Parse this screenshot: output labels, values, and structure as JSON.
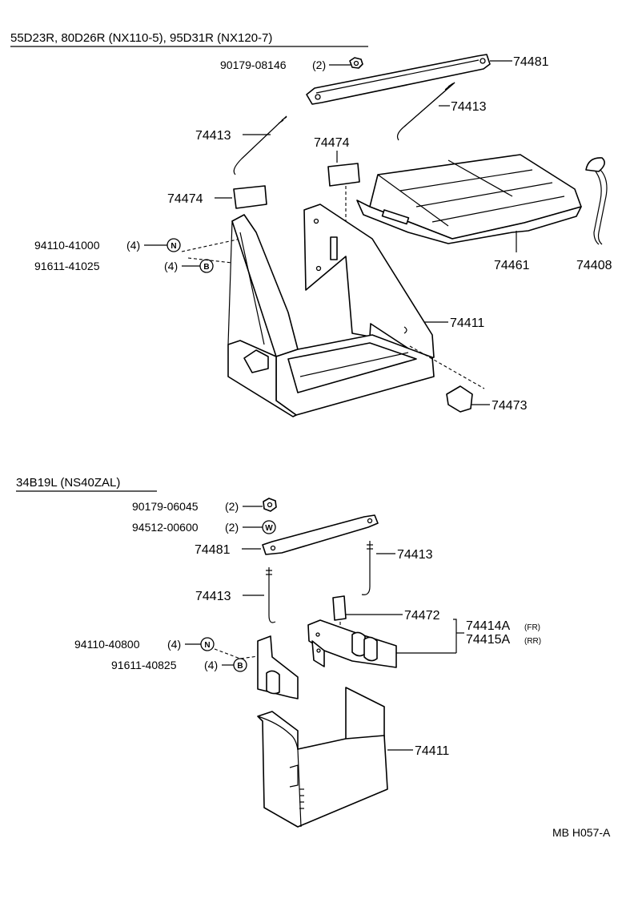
{
  "sections": [
    {
      "heading": "55D23R, 80D26R (NX110-5), 95D31R (NX120-7)",
      "labels": {
        "p90179_08146": "90179-08146",
        "q2a": "(2)",
        "p74481": "74481",
        "p74413_right": "74413",
        "p74413_left": "74413",
        "p74474_right": "74474",
        "p74474_left": "74474",
        "p94110_41000": "94110-41000",
        "q4a": "(4)",
        "p91611_41025": "91611-41025",
        "q4b": "(4)",
        "p74461": "74461",
        "p74408": "74408",
        "p74411": "74411",
        "p74473": "74473",
        "sym_n": "N",
        "sym_b": "B"
      }
    },
    {
      "heading": "34B19L (NS40ZAL)",
      "labels": {
        "p90179_06045": "90179-06045",
        "q2a": "(2)",
        "p94512_00600": "94512-00600",
        "q2b": "(2)",
        "p74481": "74481",
        "p74413_right": "74413",
        "p74413_left": "74413",
        "p74472": "74472",
        "p74414A": "74414A",
        "fr": "(FR)",
        "p74415A": "74415A",
        "rr": "(RR)",
        "p94110_40800": "94110-40800",
        "q4a": "(4)",
        "p91611_40825": "91611-40825",
        "q4b": "(4)",
        "p74411": "74411",
        "sym_w": "W",
        "sym_n": "N",
        "sym_b": "B"
      }
    }
  ],
  "diagram_code": "MB H057-A"
}
